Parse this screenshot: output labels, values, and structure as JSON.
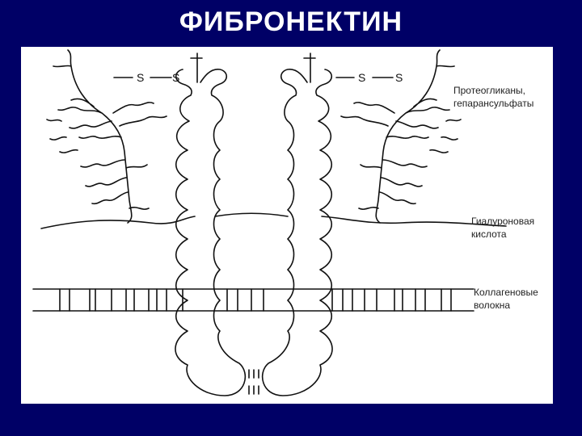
{
  "title": "ФИБРОНЕКТИН",
  "disulfide_left": [
    "S",
    "S"
  ],
  "disulfide_right": [
    "S",
    "S"
  ],
  "labels": {
    "proteoglycans_line1": "Протеогликаны,",
    "proteoglycans_line2": "гепарансульфаты",
    "hyaluronic_line1": "Гиалуроновая",
    "hyaluronic_line2": "кислота",
    "collagen_line1": "Коллагеновые",
    "collagen_line2": "волокна"
  },
  "colors": {
    "background": "#000066",
    "panel": "#ffffff",
    "title": "#ffffff",
    "lines": "#111111"
  }
}
